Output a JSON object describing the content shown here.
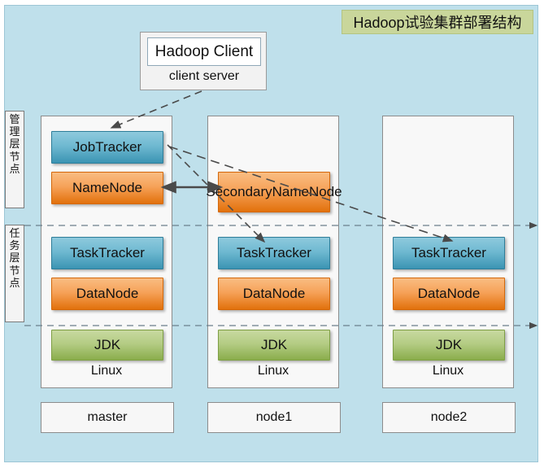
{
  "top_strip": {
    "clipped_text": " "
  },
  "title": {
    "text": "Hadoop试验集群部署结构"
  },
  "client": {
    "box_label": "Hadoop Client",
    "caption": "client server"
  },
  "side_labels": {
    "management": {
      "chars": [
        "管",
        "理",
        "层",
        "节",
        "点"
      ],
      "text": "管理层节点"
    },
    "task": {
      "chars": [
        "任",
        "务",
        "层",
        "节",
        "点"
      ],
      "text": "任务层节点"
    }
  },
  "columns": [
    {
      "id": "master",
      "server_name": "master",
      "os": "Linux",
      "management_layer": [
        {
          "label": "JobTracker",
          "color": "blue"
        },
        {
          "label": "NameNode",
          "color": "orange"
        }
      ],
      "task_layer": [
        {
          "label": "TaskTracker",
          "color": "blue"
        },
        {
          "label": "DataNode",
          "color": "orange"
        }
      ],
      "platform_layer": [
        {
          "label": "JDK",
          "color": "green"
        }
      ]
    },
    {
      "id": "node1",
      "server_name": "node1",
      "os": "Linux",
      "management_layer": [
        {
          "label": "SecondaryNameNode",
          "color": "orange"
        }
      ],
      "task_layer": [
        {
          "label": "TaskTracker",
          "color": "blue"
        },
        {
          "label": "DataNode",
          "color": "orange"
        }
      ],
      "platform_layer": [
        {
          "label": "JDK",
          "color": "green"
        }
      ]
    },
    {
      "id": "node2",
      "server_name": "node2",
      "os": "Linux",
      "management_layer": [],
      "task_layer": [
        {
          "label": "TaskTracker",
          "color": "blue"
        },
        {
          "label": "DataNode",
          "color": "orange"
        }
      ],
      "platform_layer": [
        {
          "label": "JDK",
          "color": "green"
        }
      ]
    }
  ],
  "connectors": [
    {
      "name": "client-to-jobtracker",
      "style": "dashed",
      "arrow": "single"
    },
    {
      "name": "namenode-to-secondarynamenode",
      "style": "solid",
      "arrow": "double"
    },
    {
      "name": "jobtracker-to-node1-tasktracker",
      "style": "dashed",
      "arrow": "single"
    },
    {
      "name": "jobtracker-to-node2-tasktracker",
      "style": "dashed",
      "arrow": "single"
    },
    {
      "name": "management-layer-divider",
      "style": "dashed",
      "arrow": "single"
    },
    {
      "name": "task-layer-divider",
      "style": "dashed",
      "arrow": "single"
    }
  ],
  "colors": {
    "canvas_background": "#bfe0eb",
    "title_background": "#c9d69b",
    "column_background": "#f8f8f8",
    "blue_top": "#8ecadd",
    "blue_bottom": "#3b94b3",
    "orange_top": "#f9bd82",
    "orange_bottom": "#e2710c",
    "green_top": "#c8d9a0",
    "green_bottom": "#8aad4c",
    "connector": "#4a4a4a"
  }
}
